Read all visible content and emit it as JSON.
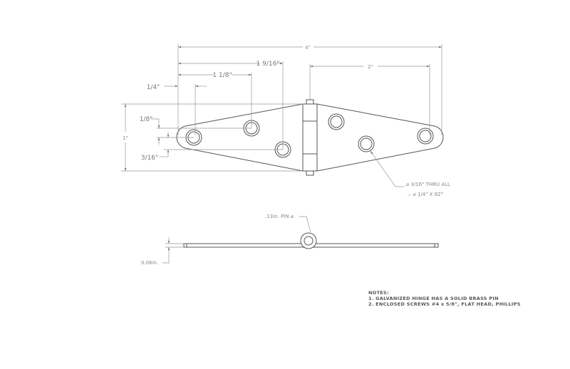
{
  "dimensions": {
    "overall_length": "4\"",
    "hole_spacing_right": "2\"",
    "hole_offset_far": "1 9/16\"",
    "hole_offset_mid": "1 1/8\"",
    "edge_to_hole": "1/4\"",
    "height": "1\"",
    "vertical_offset_upper": "1/8\"",
    "vertical_offset_lower": "3/16\"",
    "thickness": "0.06in.",
    "pin_diameter": ".13in. PIN ⌀"
  },
  "callout": {
    "hole_line1": "⌀ 3/16\" THRU ALL",
    "hole_line2": "⌵ ⌀ 1/4\" X 82°"
  },
  "notes": {
    "heading": "NOTES:",
    "items": [
      "1.  GALVANIZED HINGE HAS A SOLID BRASS PIN",
      "2.  ENCLOSED SCREWS #4 x 5/8\", FLAT HEAD, PHILLIPS"
    ]
  }
}
